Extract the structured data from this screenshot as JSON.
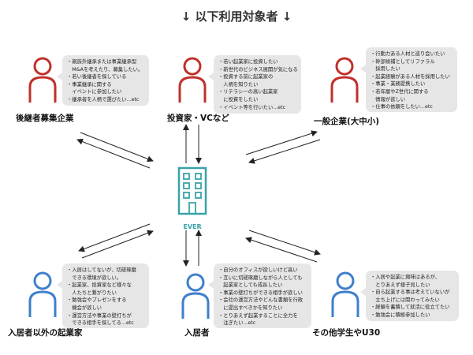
{
  "title": "↓ 以下利用対象者 ↓",
  "brand": {
    "name": "EVER",
    "color": "#3aa2a8"
  },
  "colors": {
    "red": "#c0302a",
    "blue": "#3e7fcc",
    "bubble": "#e6e6e6"
  },
  "groups": {
    "successor": {
      "label": "後継者募集企業",
      "items": [
        {
          "text": "親族外継承または事業継承型",
          "bullet": true
        },
        {
          "text": "M&Aを考えたり、募集したい。",
          "bullet": false
        },
        {
          "text": "若い後継者を探している",
          "bullet": true
        },
        {
          "text": "事業継承に関する",
          "bullet": true
        },
        {
          "text": "イベントに参加したい",
          "bullet": false
        },
        {
          "text": "継承者を人柄で選びたい...etc",
          "bullet": true
        }
      ]
    },
    "investor": {
      "label": "投資家・VCなど",
      "items": [
        {
          "text": "若い起業家に投資したい",
          "bullet": true
        },
        {
          "text": "新世代のビジネス展開が気になる",
          "bullet": true
        },
        {
          "text": "投資する前に起業家の",
          "bullet": true
        },
        {
          "text": "人柄を知りたい",
          "bullet": false
        },
        {
          "text": "リテラシーの高い起業家",
          "bullet": true
        },
        {
          "text": "に投資をしたい",
          "bullet": false
        },
        {
          "text": "イベント等を行いたい...etc",
          "bullet": true
        }
      ]
    },
    "company": {
      "label": "一般企業(大中小)",
      "items": [
        {
          "text": "行動力ある人材と巡り会いたい",
          "bullet": true
        },
        {
          "text": "幹部候補としてリファラル",
          "bullet": true
        },
        {
          "text": "採用したい",
          "bullet": false
        },
        {
          "text": "起業経験がある人材を採用したい",
          "bullet": true
        },
        {
          "text": "事業・業務提携したい",
          "bullet": true
        },
        {
          "text": "若年層やZ世代に関する",
          "bullet": true
        },
        {
          "text": "情報が欲しい",
          "bullet": false
        },
        {
          "text": "仕事の依頼をしたい...etc",
          "bullet": true
        }
      ]
    },
    "nonresident": {
      "label": "入居者以外の起業家",
      "items": [
        {
          "text": "入居はしてないが、切磋琢磨",
          "bullet": true
        },
        {
          "text": "できる環境が欲しい。",
          "bullet": false
        },
        {
          "text": "起業家、投資家など様々な",
          "bullet": true
        },
        {
          "text": "人たちと繋がりたい",
          "bullet": false
        },
        {
          "text": "勉強会やプレゼンをする",
          "bullet": true
        },
        {
          "text": "機会が欲しい",
          "bullet": false
        },
        {
          "text": "運営方法や事業の壁打ちが",
          "bullet": true
        },
        {
          "text": "できる相手を探してる...etc",
          "bullet": false
        }
      ]
    },
    "resident": {
      "label": "入居者",
      "items": [
        {
          "text": "自分のオフィスが欲しいけど高い",
          "bullet": true
        },
        {
          "text": "互いに切磋琢磨しながら人としても",
          "bullet": true
        },
        {
          "text": "起業家としても成長したい",
          "bullet": false
        },
        {
          "text": "事業の壁打ちができる相手が欲しい",
          "bullet": true
        },
        {
          "text": "会社の運営方法やどんな書類を行政",
          "bullet": true
        },
        {
          "text": "に提出すべきかを知りたい",
          "bullet": false
        },
        {
          "text": "とりあえず起業することに全力を",
          "bullet": true
        },
        {
          "text": "注ぎたい...etc",
          "bullet": false
        }
      ]
    },
    "students": {
      "label": "その他学生やU30",
      "items": [
        {
          "text": "入居や起業に興味はあるが、",
          "bullet": true
        },
        {
          "text": "とりあえず様子見したい",
          "bullet": false
        },
        {
          "text": "自ら起業する事は考えていないが",
          "bullet": true
        },
        {
          "text": "立ち上げには関わってみたい",
          "bullet": false
        },
        {
          "text": "経験を蓄積して就活に役立てたい",
          "bullet": true
        },
        {
          "text": "勉強会に積極参加したい",
          "bullet": true
        }
      ]
    }
  }
}
